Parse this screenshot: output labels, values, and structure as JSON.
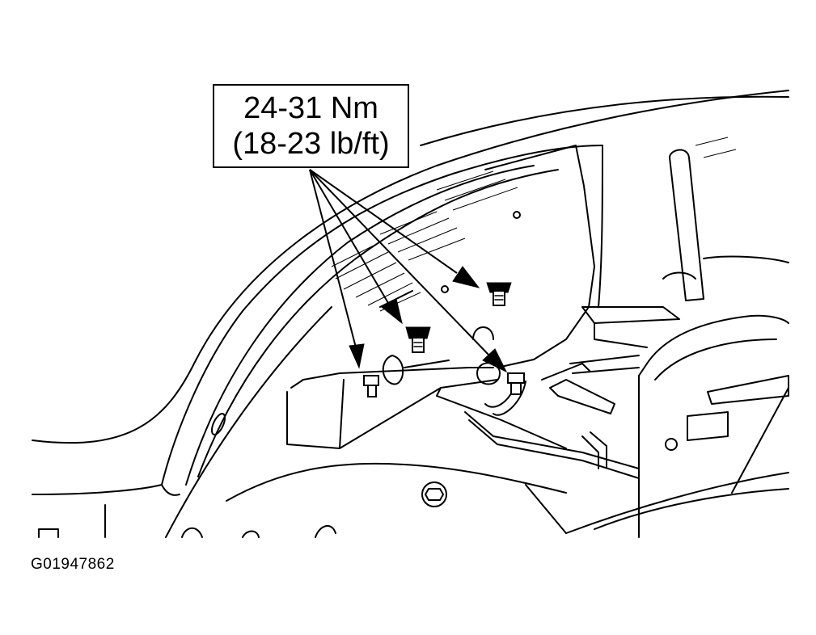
{
  "callout": {
    "torque_nm": "24-31 Nm",
    "torque_lbft": "(18-23 lb/ft)"
  },
  "figure_id": "G01947862",
  "fasteners": [
    {
      "name": "bolt-upper-right"
    },
    {
      "name": "bolt-upper-middle"
    },
    {
      "name": "bolt-lower-left"
    },
    {
      "name": "bolt-lower-right"
    }
  ]
}
